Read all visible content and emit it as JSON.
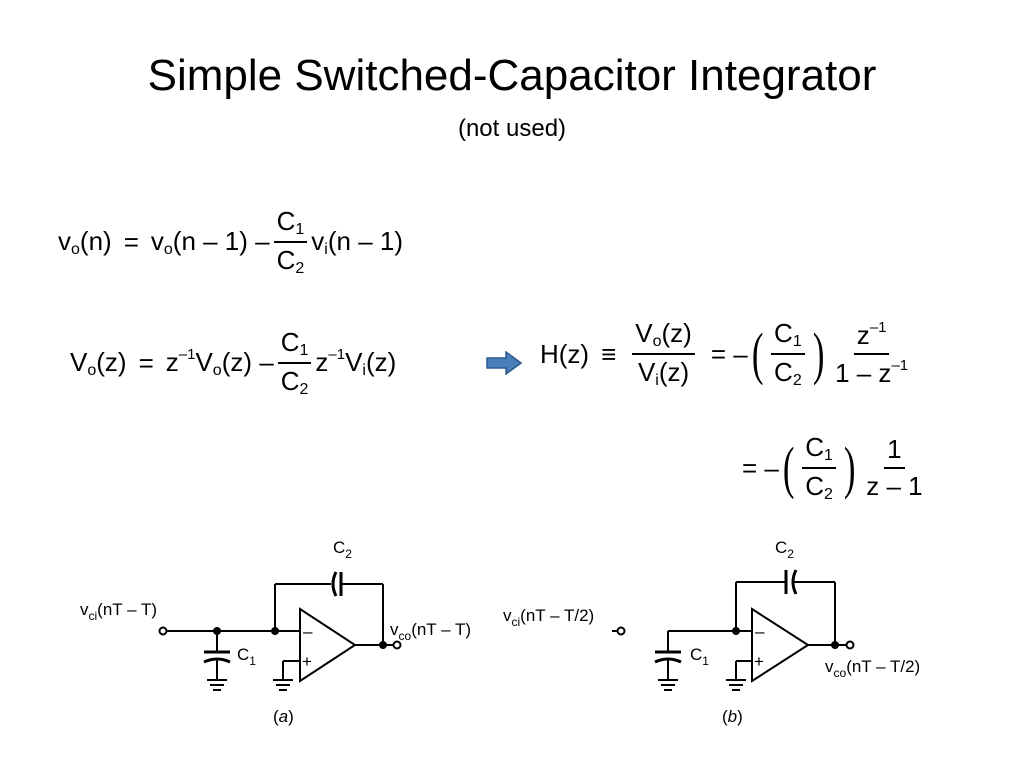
{
  "slide": {
    "title": "Simple Switched-Capacitor Integrator",
    "subtitle": "(not used)"
  },
  "equations": {
    "eq1": {
      "lhs_v": "v",
      "lhs_sub": "o",
      "lhs_arg": "(n)",
      "eq": "=",
      "t1_v": "v",
      "t1_sub": "o",
      "t1_arg": "(n – 1) –",
      "frac_num": "C",
      "frac_num_sub": "1",
      "frac_den": "C",
      "frac_den_sub": "2",
      "t2_v": "v",
      "t2_sub": "i",
      "t2_arg": "(n – 1)"
    },
    "eq2": {
      "lhs_v": "V",
      "lhs_sub": "o",
      "lhs_arg": "(z)",
      "eq": "=",
      "z1": "z",
      "z1_sup": "–1",
      "t1_v": "V",
      "t1_sub": "o",
      "t1_arg": "(z) –",
      "frac_num": "C",
      "frac_num_sub": "1",
      "frac_den": "C",
      "frac_den_sub": "2",
      "z2": "z",
      "z2_sup": "–1",
      "t2_v": "V",
      "t2_sub": "i",
      "t2_arg": "(z)"
    },
    "eq3": {
      "h": "H(z)",
      "equiv": "≡",
      "num_v": "V",
      "num_sub": "o",
      "num_arg": "(z)",
      "den_v": "V",
      "den_sub": "i",
      "den_arg": "(z)",
      "eq": "= –",
      "c_num": "C",
      "c_num_sub": "1",
      "c_den": "C",
      "c_den_sub": "2",
      "f_num": "z",
      "f_num_sup": "–1",
      "f_den": "1 – z",
      "f_den_sup": "–1"
    },
    "eq4": {
      "eq": "= –",
      "c_num": "C",
      "c_num_sub": "1",
      "c_den": "C",
      "c_den_sub": "2",
      "f_num": "1",
      "f_den": "z – 1"
    }
  },
  "circuits": {
    "a": {
      "c2": "C",
      "c2_sub": "2",
      "c1": "C",
      "c1_sub": "1",
      "vin": "v",
      "vin_sub": "ci",
      "vin_arg": "(nT – T)",
      "vout": "v",
      "vout_sub": "co",
      "vout_arg": "(nT – T)",
      "minus": "–",
      "plus": "+",
      "caption_open": "(",
      "caption": "a",
      "caption_close": ")"
    },
    "b": {
      "c2": "C",
      "c2_sub": "2",
      "c1": "C",
      "c1_sub": "1",
      "vin": "v",
      "vin_sub": "ci",
      "vin_arg": "(nT – T/2)",
      "vout": "v",
      "vout_sub": "co",
      "vout_arg": "(nT – T/2)",
      "minus": "–",
      "plus": "+",
      "caption_open": "(",
      "caption": "b",
      "caption_close": ")"
    }
  },
  "colors": {
    "arrow_fill": "#4a7ebb",
    "arrow_stroke": "#2e5b8f"
  }
}
